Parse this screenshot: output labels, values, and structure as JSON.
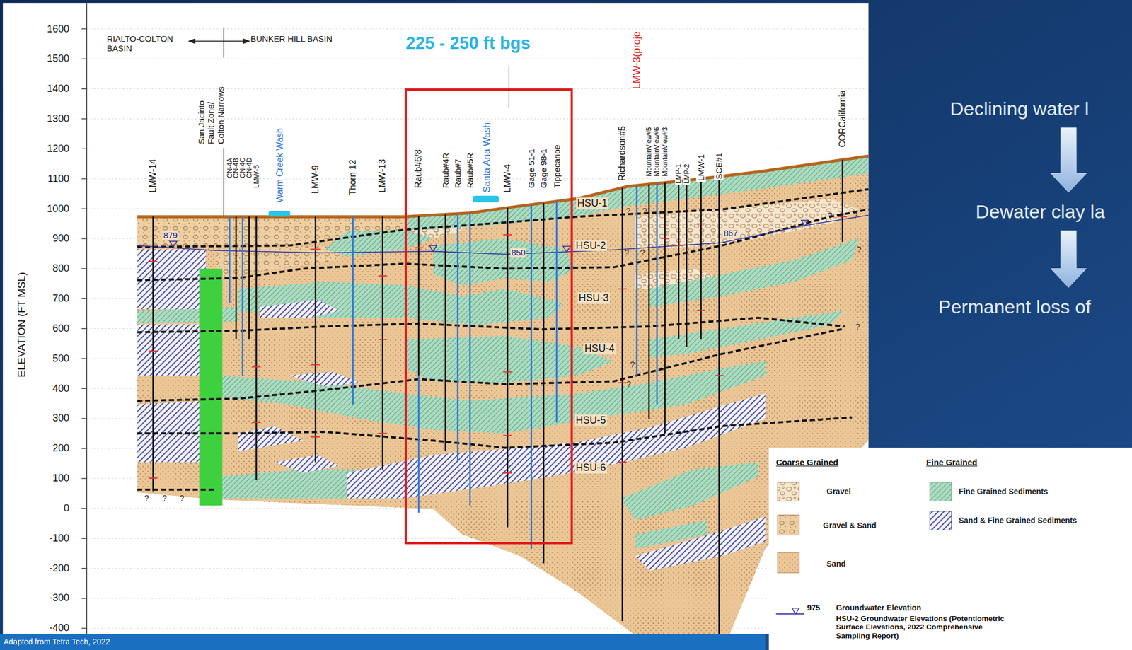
{
  "diagram": {
    "nodes": [
      {
        "text": [
          "Declining water l"
        ]
      },
      {
        "text": [
          "Dewater clay la"
        ]
      },
      {
        "text": [
          "Permanent loss of"
        ]
      }
    ],
    "edges": [
      {
        "from": 0,
        "to": 1,
        "arrow": "to"
      },
      {
        "from": 1,
        "to": 2,
        "arrow": "to"
      }
    ],
    "labels": [
      "1600",
      "1500",
      "1400",
      "1300",
      "1200",
      "1100",
      "1000",
      "900",
      "800",
      "700",
      "600",
      "500",
      "400",
      "300",
      "200",
      "100",
      "0",
      "-100",
      "-200",
      "-300",
      "-400",
      "ELEVATION (FT MSL)",
      "RIALTO-COLTON BASIN",
      "BUNKER HILL BASIN",
      "San Jacinto Fault Zone/ Colton Narrows",
      "225 - 250 ft bgs",
      "LMW-14",
      "CN-4A",
      "CN-4B",
      "CN-4C",
      "CN-4D",
      "LMW-5",
      "Warm Creek Wash",
      "LMW-9",
      "Thorn 12",
      "LMW-13",
      "Raub#6/8",
      "Raub#4R",
      "Raub#7",
      "Raub#5R",
      "Santa Ana Wash",
      "LMW-4",
      "Gage 51-1",
      "Gage 98-1",
      "Tippecanoe",
      "Richardson#5",
      "LMW-3(proje",
      "MountainView#5",
      "MountainView#6",
      "MountainView#3",
      "LMP-1",
      "LMP-2",
      "LMW-1",
      "SCE#1",
      "CORCalifornia",
      "HSU-1",
      "HSU-2",
      "HSU-3",
      "HSU-4",
      "HSU-5",
      "HSU-6",
      "879",
      "850",
      "867",
      "?",
      "?",
      "?",
      "?",
      "?",
      "?",
      "?",
      "?",
      "?",
      "?",
      "?",
      "?",
      "?",
      "?",
      "Adapted from Tetra Tech, 2022",
      "Coarse Grained",
      "Fine Grained",
      "975",
      "HSU-2 Groundwater Elevations (Potentiometric Surface Elevations, 2022 Comprehensive Sampling Report)"
    ],
    "legend": [
      {
        "text": "Gravel"
      },
      {
        "text": "Gravel & Sand"
      },
      {
        "text": "Sand"
      },
      {
        "text": "Fine Grained Sediments"
      },
      {
        "text": "Sand & Fine Grained Sediments"
      },
      {
        "text": "Groundwater Elevation"
      }
    ]
  }
}
